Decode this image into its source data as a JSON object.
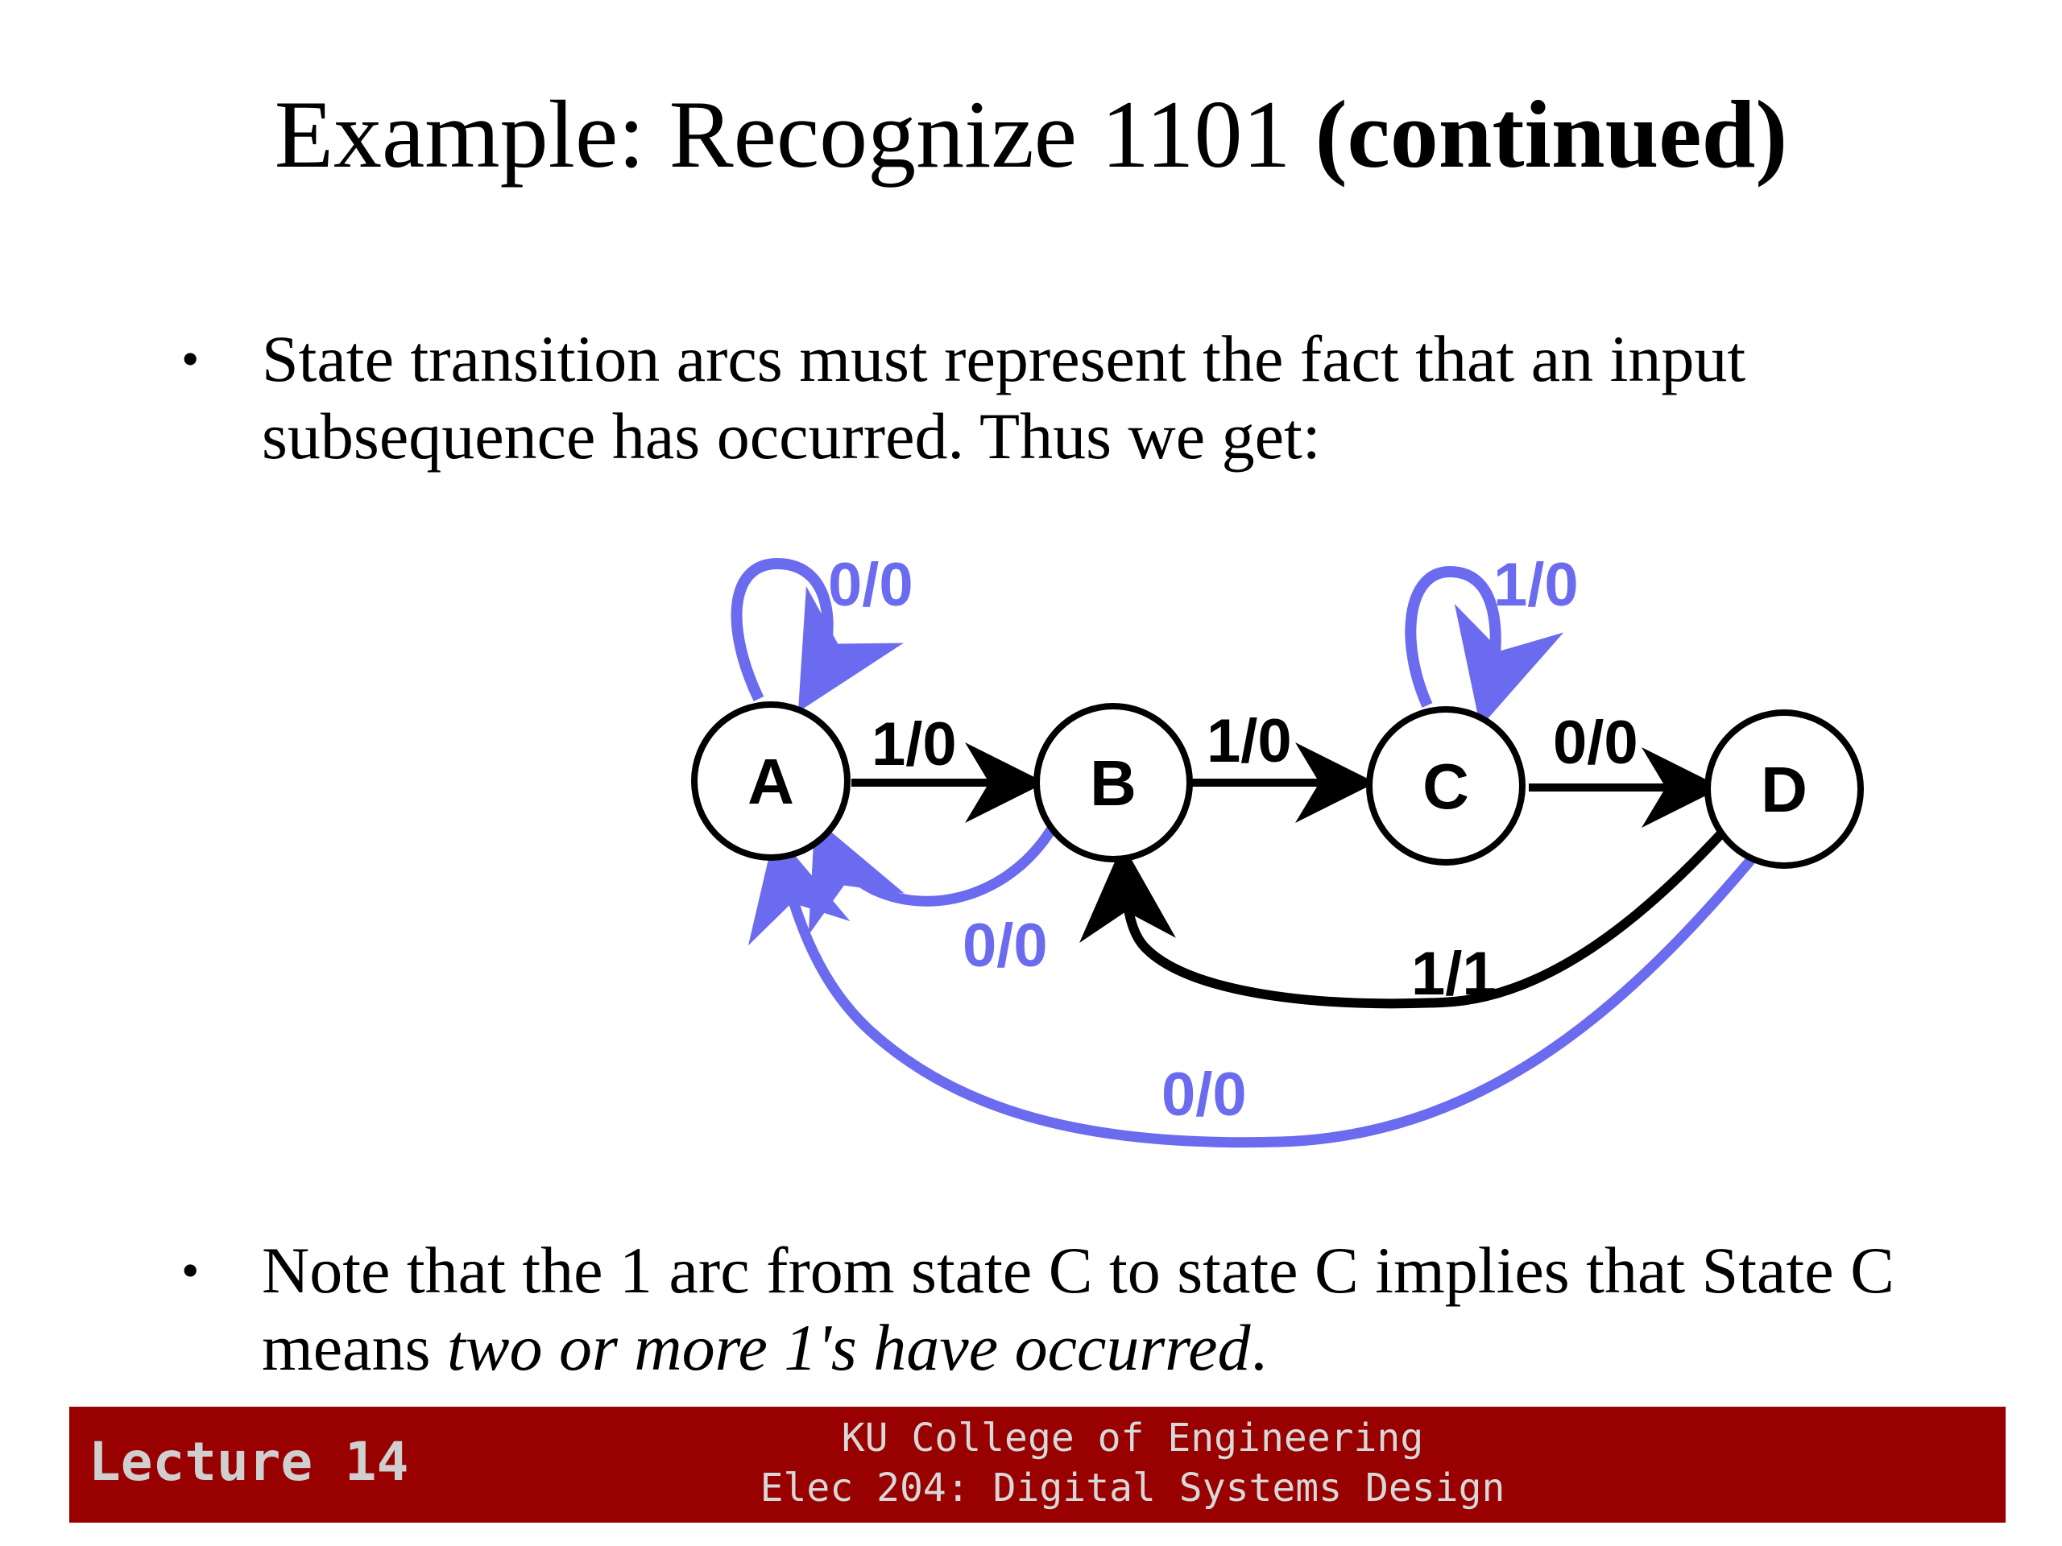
{
  "title": {
    "main": "Example: Recognize 1101 ",
    "bold": "(continued)"
  },
  "bullets": [
    {
      "symbol": "•",
      "text": "State transition arcs must represent the fact that an input subsequence has occurred.   Thus we get:"
    },
    {
      "symbol": "•",
      "text_before": "Note that the 1 arc from state C to state C implies that State C means ",
      "text_italic": "two or more 1's have occurred",
      "text_after": "."
    }
  ],
  "diagram": {
    "states": [
      "A",
      "B",
      "C",
      "D"
    ],
    "transitions": [
      {
        "from": "A",
        "to": "A",
        "label": "0/0"
      },
      {
        "from": "A",
        "to": "B",
        "label": "1/0"
      },
      {
        "from": "B",
        "to": "C",
        "label": "1/0"
      },
      {
        "from": "C",
        "to": "C",
        "label": "1/0"
      },
      {
        "from": "C",
        "to": "D",
        "label": "0/0"
      },
      {
        "from": "B",
        "to": "A",
        "label": "0/0"
      },
      {
        "from": "D",
        "to": "B",
        "label": "1/1"
      },
      {
        "from": "D",
        "to": "A",
        "label": "0/0"
      }
    ],
    "colors": {
      "black_arc": "#000000",
      "blue_arc": "#6b6bf0"
    }
  },
  "footer": {
    "left": "Lecture 14",
    "center_line1": "KU College of Engineering",
    "center_line2": "Elec 204: Digital Systems Design",
    "background": "#990000"
  }
}
